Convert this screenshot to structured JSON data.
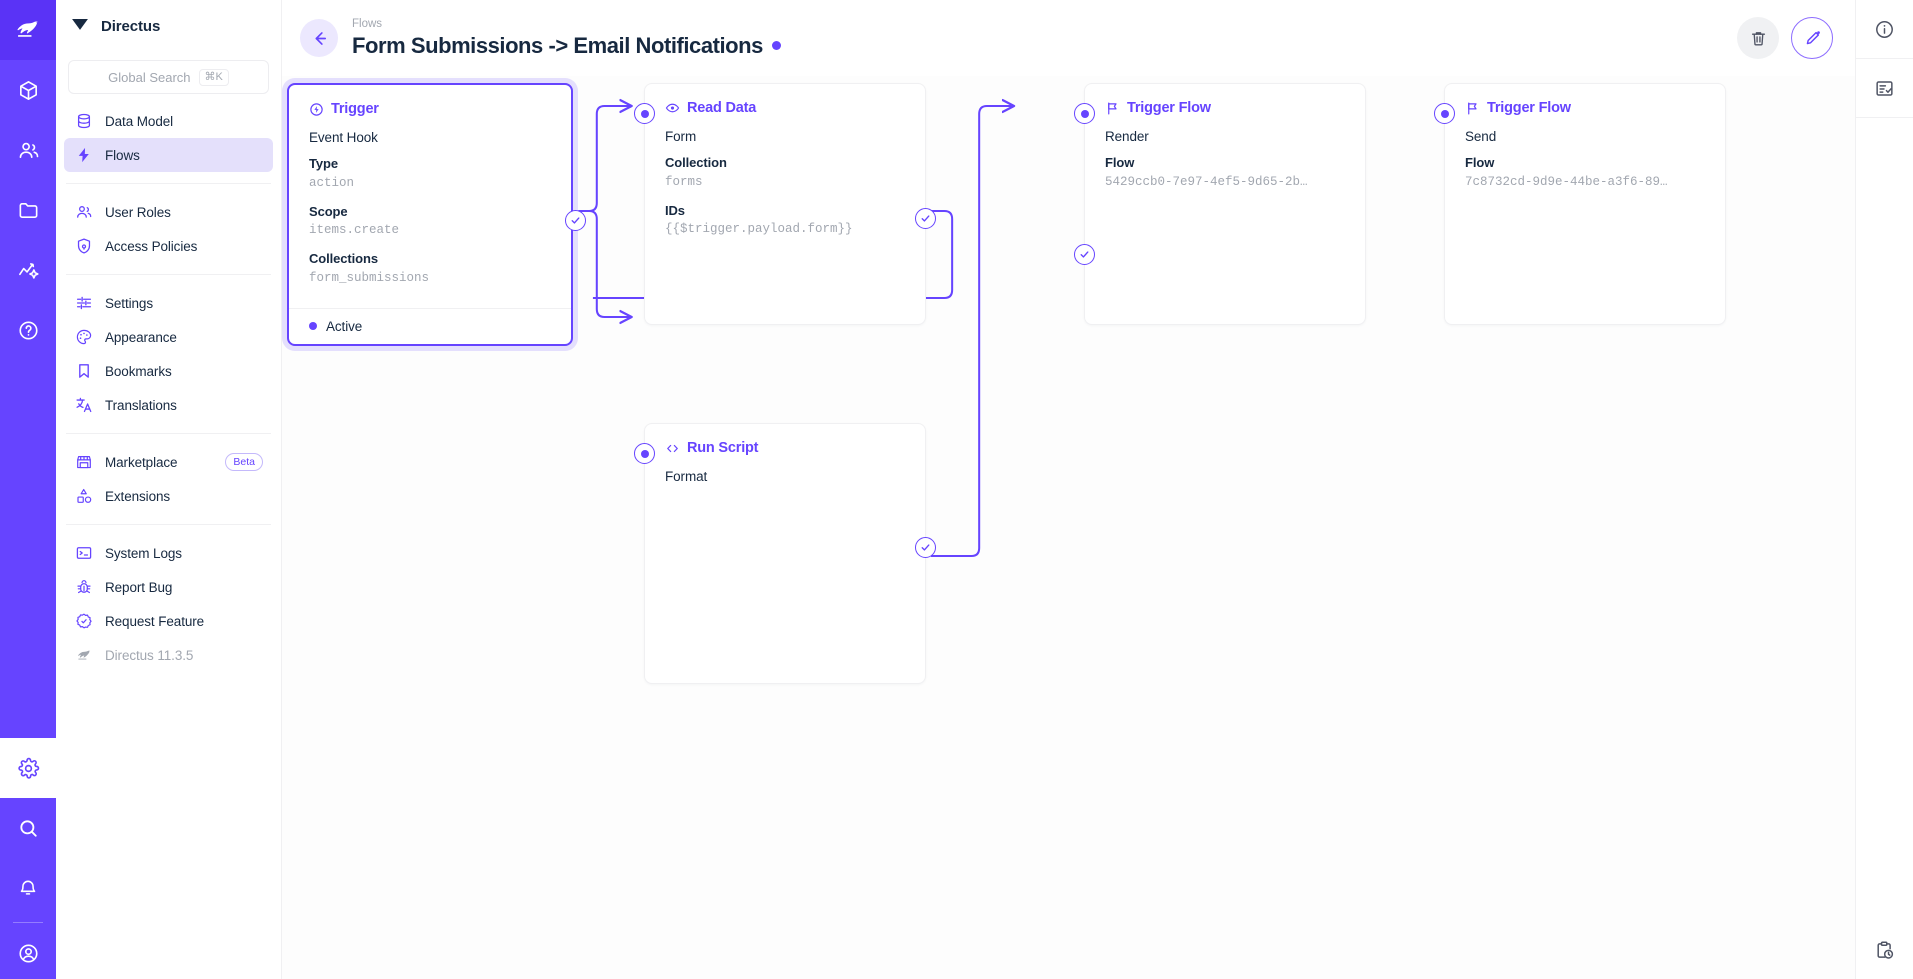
{
  "app": {
    "brand": "Directus",
    "version_label": "Directus 11.3.5"
  },
  "icon_rail": {
    "items": [
      {
        "name": "directus-logo-icon",
        "label": "Directus"
      },
      {
        "name": "box-icon",
        "label": "Content"
      },
      {
        "name": "users-icon",
        "label": "User Directory"
      },
      {
        "name": "folder-icon",
        "label": "File Library"
      },
      {
        "name": "insights-icon",
        "label": "Insights"
      },
      {
        "name": "help-icon",
        "label": "Help"
      },
      {
        "name": "gear-icon",
        "label": "Settings"
      },
      {
        "name": "search-icon",
        "label": "Search"
      },
      {
        "name": "bell-icon",
        "label": "Notifications"
      },
      {
        "name": "account-icon",
        "label": "Account"
      }
    ]
  },
  "search": {
    "placeholder": "Global Search",
    "shortcut": "⌘K"
  },
  "sidebar": {
    "groups": [
      {
        "items": [
          {
            "icon": "database-icon",
            "label": "Data Model",
            "active": false
          },
          {
            "icon": "flows-icon",
            "label": "Flows",
            "active": true
          }
        ]
      },
      {
        "items": [
          {
            "icon": "user-roles-icon",
            "label": "User Roles",
            "active": false
          },
          {
            "icon": "access-policies-icon",
            "label": "Access Policies",
            "active": false
          }
        ]
      },
      {
        "items": [
          {
            "icon": "settings-sliders-icon",
            "label": "Settings",
            "active": false
          },
          {
            "icon": "palette-icon",
            "label": "Appearance",
            "active": false
          },
          {
            "icon": "bookmark-icon",
            "label": "Bookmarks",
            "active": false
          },
          {
            "icon": "translate-icon",
            "label": "Translations",
            "active": false
          }
        ]
      },
      {
        "items": [
          {
            "icon": "storefront-icon",
            "label": "Marketplace",
            "badge": "Beta",
            "active": false
          },
          {
            "icon": "extensions-icon",
            "label": "Extensions",
            "active": false
          }
        ]
      },
      {
        "items": [
          {
            "icon": "terminal-icon",
            "label": "System Logs",
            "active": false
          },
          {
            "icon": "bug-icon",
            "label": "Report Bug",
            "active": false
          },
          {
            "icon": "feature-request-icon",
            "label": "Request Feature",
            "active": false
          },
          {
            "icon": "directus-rabbit-icon",
            "label": "Directus 11.3.5",
            "muted": true,
            "active": false
          }
        ]
      }
    ]
  },
  "header": {
    "breadcrumb": "Flows",
    "title": "Form Submissions -> Email Notifications",
    "status": "active",
    "actions": [
      {
        "name": "delete-button",
        "icon": "trash-icon",
        "label": "Delete"
      },
      {
        "name": "edit-button",
        "icon": "pencil-icon",
        "label": "Edit"
      }
    ]
  },
  "right_rail": {
    "items": [
      {
        "icon": "info-icon",
        "label": "Info"
      },
      {
        "icon": "logs-icon",
        "label": "Logs"
      },
      {
        "icon": "activity-icon",
        "label": "Activity"
      }
    ]
  },
  "flow": {
    "nodes": [
      {
        "id": "trigger",
        "kind": "trigger",
        "icon": "bolt-circle-icon",
        "title": "Trigger",
        "subtitle": "Event Hook",
        "selected": true,
        "fields": [
          {
            "key": "Type",
            "value": "action"
          },
          {
            "key": "Scope",
            "value": "items.create"
          },
          {
            "key": "Collections",
            "value": "form_submissions"
          }
        ],
        "footer": {
          "status_label": "Active"
        }
      },
      {
        "id": "read-data",
        "kind": "read-data",
        "icon": "eye-icon",
        "title": "Read Data",
        "subtitle": "Form",
        "selected": false,
        "fields": [
          {
            "key": "Collection",
            "value": "forms"
          },
          {
            "key": "IDs",
            "value": "{{$trigger.payload.form}}"
          }
        ]
      },
      {
        "id": "trigger-flow-render",
        "kind": "trigger-flow",
        "icon": "flag-icon",
        "title": "Trigger Flow",
        "subtitle": "Render",
        "selected": false,
        "fields": [
          {
            "key": "Flow",
            "value": "5429ccb0-7e97-4ef5-9d65-2b…"
          }
        ]
      },
      {
        "id": "trigger-flow-send",
        "kind": "trigger-flow",
        "icon": "flag-icon",
        "title": "Trigger Flow",
        "subtitle": "Send",
        "selected": false,
        "fields": [
          {
            "key": "Flow",
            "value": "7c8732cd-9d9e-44be-a3f6-89…"
          }
        ]
      },
      {
        "id": "run-script",
        "kind": "run-script",
        "icon": "code-icon",
        "title": "Run Script",
        "subtitle": "Format",
        "selected": false,
        "fields": []
      }
    ],
    "colors": {
      "accent": "#6644ff",
      "wire": "#6644ff",
      "node_border": "#f0f0f2",
      "text": "#172940",
      "muted": "#a2a7b0",
      "selected_halo": "rgba(102,68,255,0.16)"
    }
  }
}
